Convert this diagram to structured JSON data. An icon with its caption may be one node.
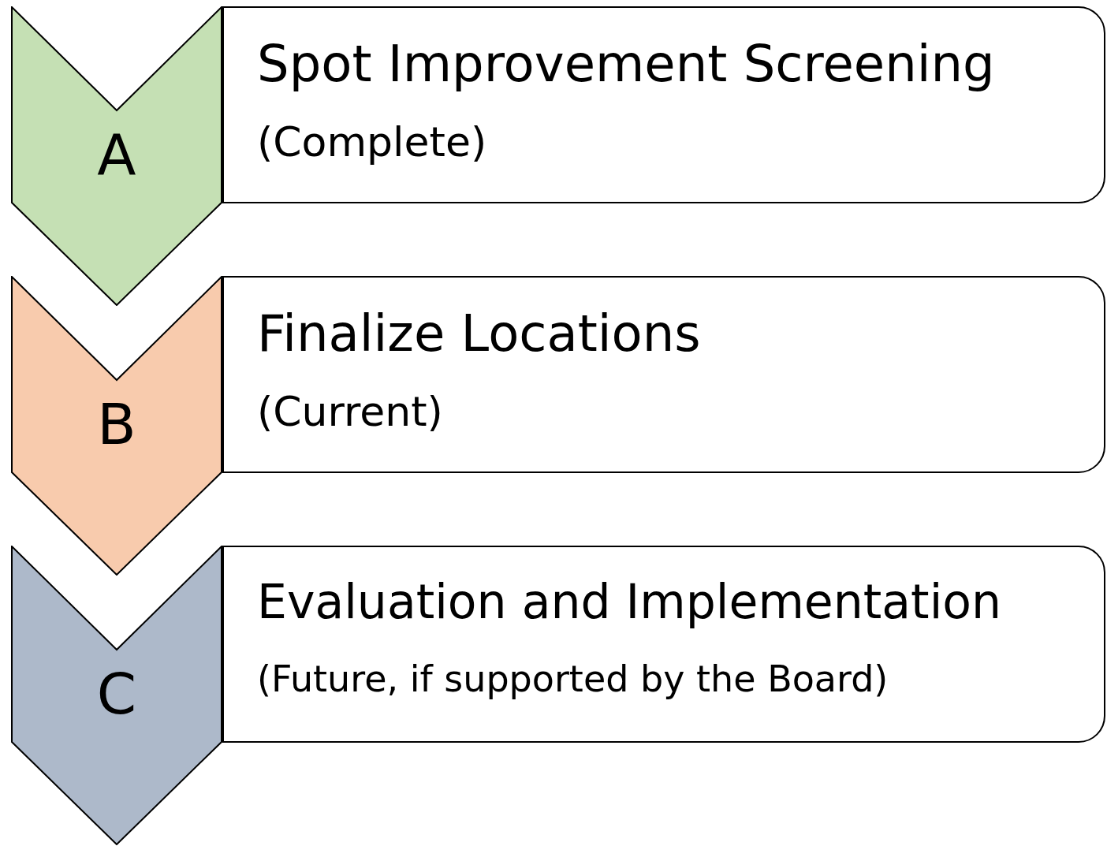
{
  "diagram": {
    "nodes": [
      {
        "text": [
          "A"
        ]
      },
      {
        "text": [
          "Spot Improvement Screening",
          "(Complete)"
        ]
      },
      {
        "text": [
          "B"
        ]
      },
      {
        "text": [
          "Finalize Locations",
          "(Current)"
        ]
      },
      {
        "text": [
          "C"
        ]
      },
      {
        "text": [
          "Evaluation and Implementation",
          "(Future, if supported by the Board)"
        ]
      }
    ]
  }
}
